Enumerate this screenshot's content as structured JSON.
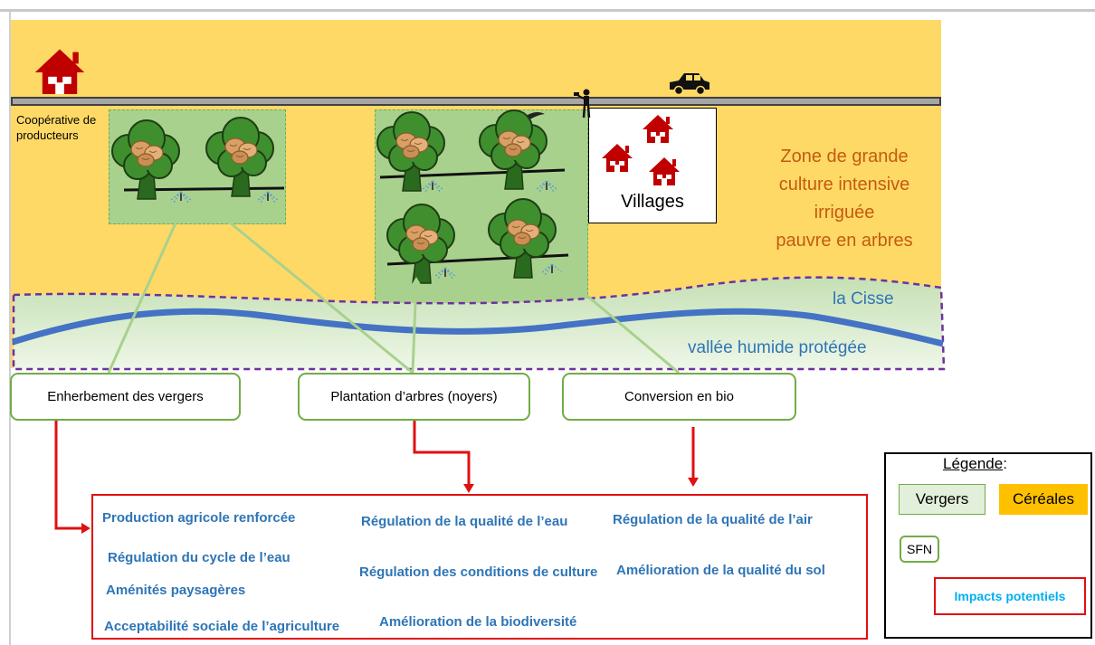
{
  "map": {
    "cooperative_label": "Coopérative de producteurs",
    "villages_label": "Villages",
    "zone_label_lines": [
      "Zone de grande",
      "culture intensive",
      "irriguée",
      "pauvre en arbres"
    ],
    "river_label": "la Cisse",
    "valley_label": "vallée humide protégée"
  },
  "actions": [
    {
      "label": "Enherbement des vergers"
    },
    {
      "label": "Plantation d’arbres (noyers)"
    },
    {
      "label": "Conversion en bio"
    }
  ],
  "impacts": [
    "Production agricole renforcée",
    "Régulation du cycle de l’eau",
    "Aménités paysagères",
    "Acceptabilité sociale de l’agriculture",
    "Régulation de la qualité de l’eau",
    "Régulation des conditions de culture",
    "Amélioration de  la biodiversité",
    "Régulation de la qualité de l’air",
    "Amélioration de la qualité du sol"
  ],
  "legend": {
    "title": "Légende",
    "title_suffix": ":",
    "orchards": "Vergers",
    "cereals": "Céréales",
    "sfn": "SFN",
    "impacts": "Impacts potentiels"
  },
  "colors": {
    "cereal_zone": "#ffd966",
    "orchard": "#a9d18e",
    "river": "#4472c4",
    "valley": "#e2f0d9",
    "valley_border": "#7030a0",
    "action_border": "#70ad47",
    "impact_border": "#e01010",
    "impact_text": "#2e75b6",
    "zone_text": "#c55a11",
    "house": "#c00000"
  },
  "icons": [
    "house-icon",
    "car-icon",
    "walker-icon",
    "bird-icon",
    "walnut-tree-icon",
    "sprinkler-icon"
  ]
}
